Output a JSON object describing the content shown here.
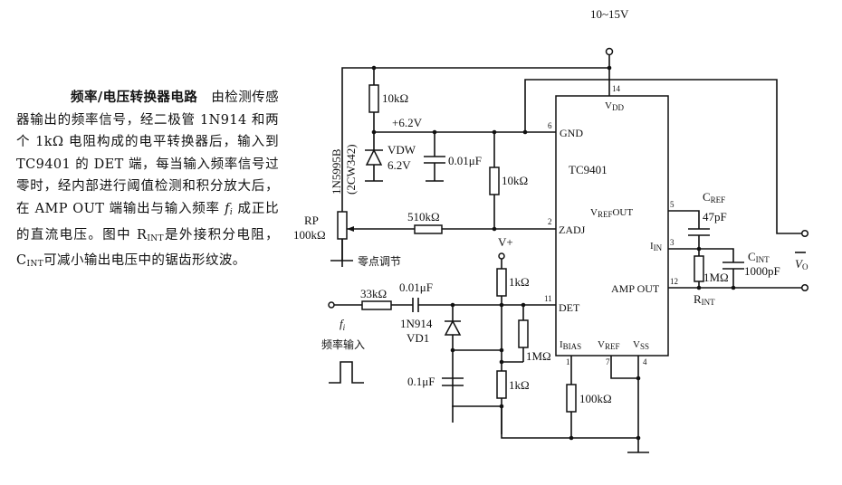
{
  "description": {
    "title": "频率/电压转换器电路",
    "body_part1": "由检测传感器输出的频率信号，经二极管 1N914 和两个 1kΩ 电阻构成的电平转换器后，输入到 TC9401 的 DET 端，每当输入频率信号过零时，经内部进行阈值检测和积分放大后，在 AMP OUT 端输出与输入频率 ",
    "fi": "fi",
    "body_part2": " 成正比的直流电压。图中 R",
    "rint_sub": "INT",
    "body_part3": "是外接积分电阻，C",
    "cint_sub": "INT",
    "body_part4": "可减小输出电压中的锯齿形纹波。"
  },
  "circuit": {
    "supply": "10~15V",
    "ic": {
      "name": "TC9401",
      "pins": {
        "vdd": {
          "num": "14",
          "label": "V",
          "sub": "DD"
        },
        "gnd": {
          "num": "6",
          "label": "GND"
        },
        "zadj": {
          "num": "2",
          "label": "ZADJ"
        },
        "det": {
          "num": "11",
          "label": "DET"
        },
        "vrefout": {
          "num": "5",
          "label": "V",
          "sub": "REF",
          "suffix": "OUT"
        },
        "iin": {
          "num": "3",
          "label": "I",
          "sub": "IN"
        },
        "ampout": {
          "num": "12",
          "label": "AMP OUT"
        },
        "ibias": {
          "num": "1",
          "label": "I",
          "sub": "BIAS"
        },
        "vref": {
          "num": "7",
          "label": "V",
          "sub": "REF"
        },
        "vss": {
          "num": "4",
          "label": "V",
          "sub": "SS"
        }
      }
    },
    "components": {
      "r_top": "10kΩ",
      "v62": "+6.2V",
      "zener_name": "VDW",
      "zener_val": "6.2V",
      "zener_part": "1N5995B",
      "zener_alt": "(2CW342)",
      "c_001_top": "0.01μF",
      "r_mid": "10kΩ",
      "rp_name": "RP",
      "rp_val": "100kΩ",
      "zero_adj": "零点调节",
      "r_510": "510kΩ",
      "vplus": "V+",
      "r_1k_top": "1kΩ",
      "r_33k": "33kΩ",
      "c_001_in": "0.01μF",
      "diode_part": "1N914",
      "diode_name": "VD1",
      "fi_label": "f",
      "fi_sub": "i",
      "freq_input": "频率输入",
      "r_1m_det": "1MΩ",
      "c_01": "0.1μF",
      "r_1k_bot": "1kΩ",
      "r_100k": "100kΩ",
      "cref_name": "C",
      "cref_sub": "REF",
      "cref_val": "47pF",
      "cint_name": "C",
      "cint_sub": "INT",
      "cint_val": "1000pF",
      "rint_val": "1MΩ",
      "rint_name": "R",
      "rint_sub": "INT",
      "vo_label": "V",
      "vo_sub": "O"
    }
  }
}
